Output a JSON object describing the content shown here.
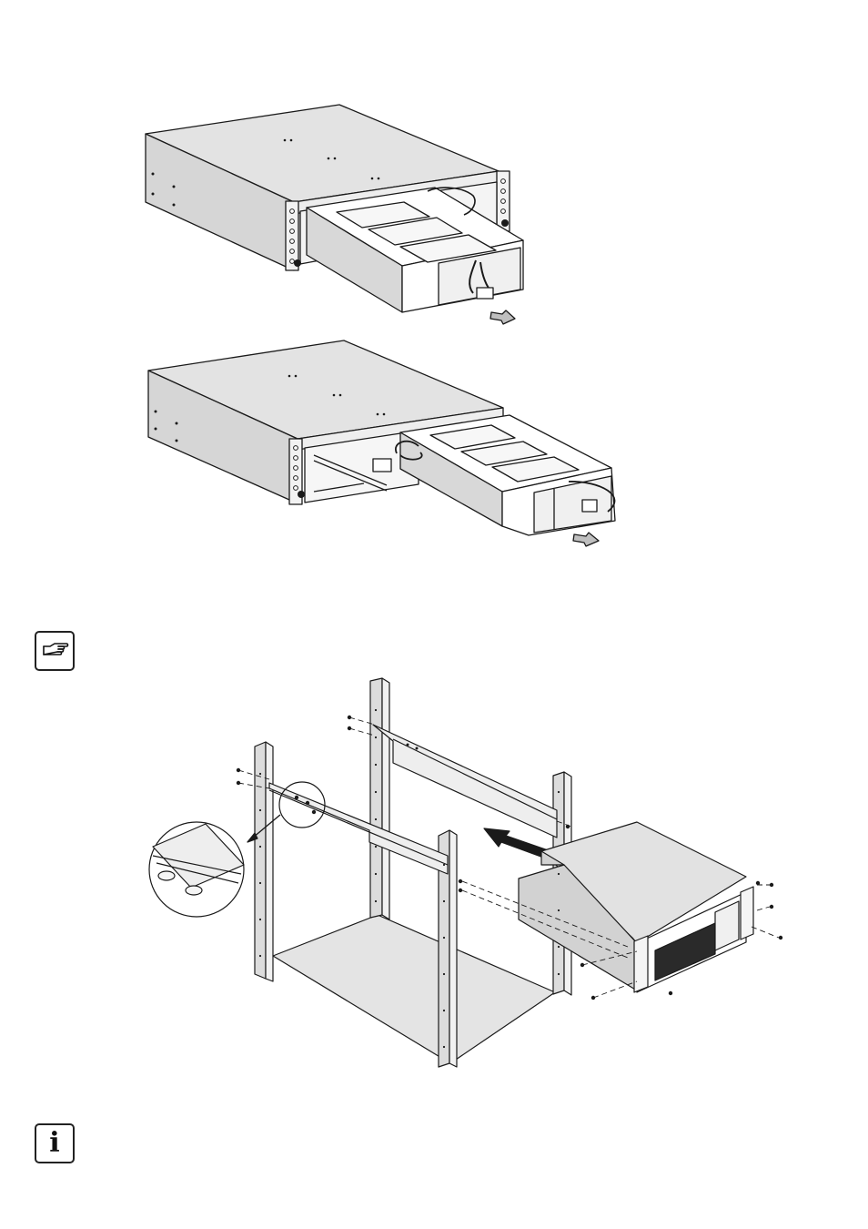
{
  "page": {
    "figures": [
      {
        "id": "battery-drawer-pull-out-1",
        "icon": "rack-unit-with-battery-drawer"
      },
      {
        "id": "battery-drawer-pull-out-2",
        "icon": "rack-unit-with-battery-drawer"
      },
      {
        "id": "rack-rail-installation",
        "icon": "rack-mount-installation"
      }
    ],
    "note_icon": {
      "icon": "pointing-hand-icon"
    },
    "info_icon": {
      "icon": "info-icon",
      "glyph": "i"
    },
    "colors": {
      "line": "#1a1a1a",
      "panel_grey": "#dcdcdc",
      "side_grey": "#c8c8c8",
      "dark": "#2a2a2a"
    }
  }
}
